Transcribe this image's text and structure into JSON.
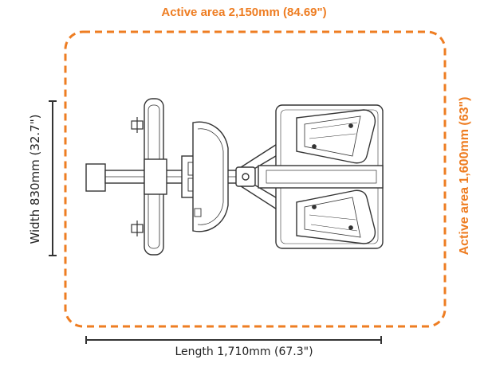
{
  "dimensions": {
    "active_area_width": "Active area 2,150mm (84.69\")",
    "active_area_depth": "Active area 1,600mm (63\")",
    "machine_width": "Width 830mm (32.7\")",
    "machine_length": "Length 1,710mm (67.3\")"
  },
  "colors": {
    "accent": "#ee7d22",
    "line": "#333333"
  },
  "icons": {
    "machine": "rowing-machine-top-view"
  }
}
